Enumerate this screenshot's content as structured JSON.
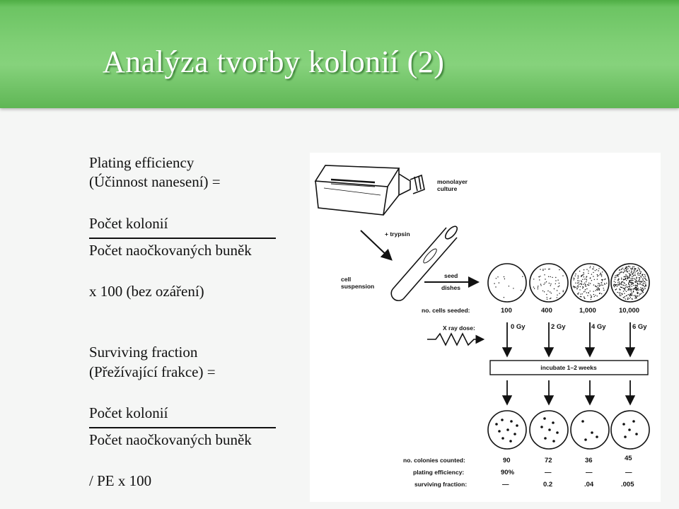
{
  "slide": {
    "title": "Analýza tvorby kolonií (2)",
    "accent_color": "#7fcf75"
  },
  "formulas": {
    "pe_label_line1": "Plating efficiency",
    "pe_label_line2": "(Účinnost nanesení)  =",
    "pe_numerator": "Počet kolonií",
    "pe_denominator": "Počet naočkovaných buněk",
    "pe_multiplier": "x 100 (bez ozáření)",
    "sf_label_line1": "Surviving fraction",
    "sf_label_line2": "(Přežívající frakce) =",
    "sf_numerator": "Počet kolonií",
    "sf_denominator": "Počet naočkovaných buněk",
    "sf_multiplier": "/ PE x 100"
  },
  "figure": {
    "monolayer_label_line1": "monolayer",
    "monolayer_label_line2": "culture",
    "trypsin_label": "+ trypsin",
    "cell_suspension_line1": "cell",
    "cell_suspension_line2": "suspension",
    "seed_label": "seed",
    "dishes_label": "dishes",
    "no_cells_seeded_label": "no. cells seeded:",
    "cells_seeded": [
      "100",
      "400",
      "1,000",
      "10,000"
    ],
    "xray_label": "X ray dose:",
    "doses": [
      "0 Gy",
      "2 Gy",
      "4 Gy",
      "6 Gy"
    ],
    "incubate_label": "incubate 1–2 weeks",
    "colonies_label": "no. colonies counted:",
    "colonies": [
      "90",
      "72",
      "36",
      "45"
    ],
    "pe_label": "plating efficiency:",
    "pe_values": [
      "90%",
      "—",
      "—",
      "—"
    ],
    "sf_label": "surviving fraction:",
    "sf_values": [
      "—",
      "0.2",
      ".04",
      ".005"
    ]
  }
}
